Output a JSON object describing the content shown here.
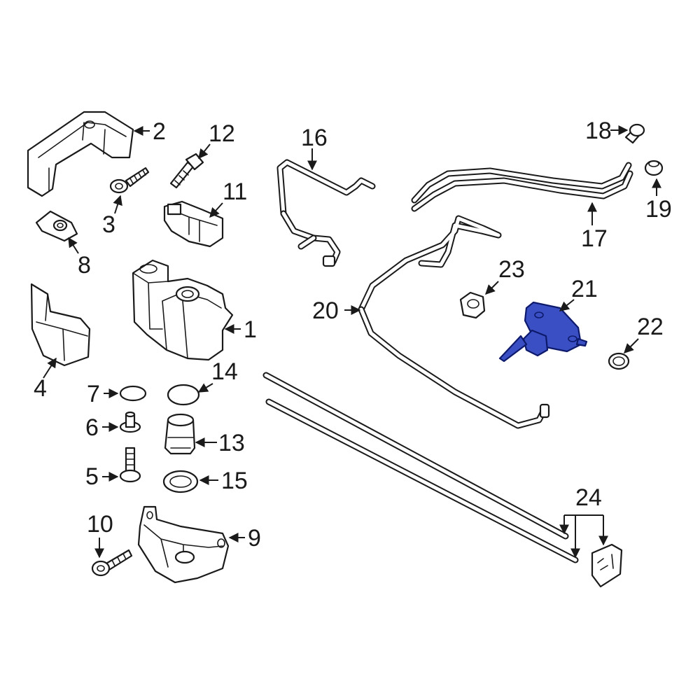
{
  "callouts": {
    "p1": "1",
    "p2": "2",
    "p3": "3",
    "p4": "4",
    "p5": "5",
    "p6": "6",
    "p7": "7",
    "p8": "8",
    "p9": "9",
    "p10": "10",
    "p11": "11",
    "p12": "12",
    "p13": "13",
    "p14": "14",
    "p15": "15",
    "p16": "16",
    "p17": "17",
    "p18": "18",
    "p19": "19",
    "p20": "20",
    "p21": "21",
    "p22": "22",
    "p23": "23",
    "p24": "24"
  },
  "colors": {
    "line": "#1a1a1a",
    "background": "#ffffff",
    "highlight_fill": "#3b4fc4",
    "highlight_stroke": "#0d1a6b"
  }
}
